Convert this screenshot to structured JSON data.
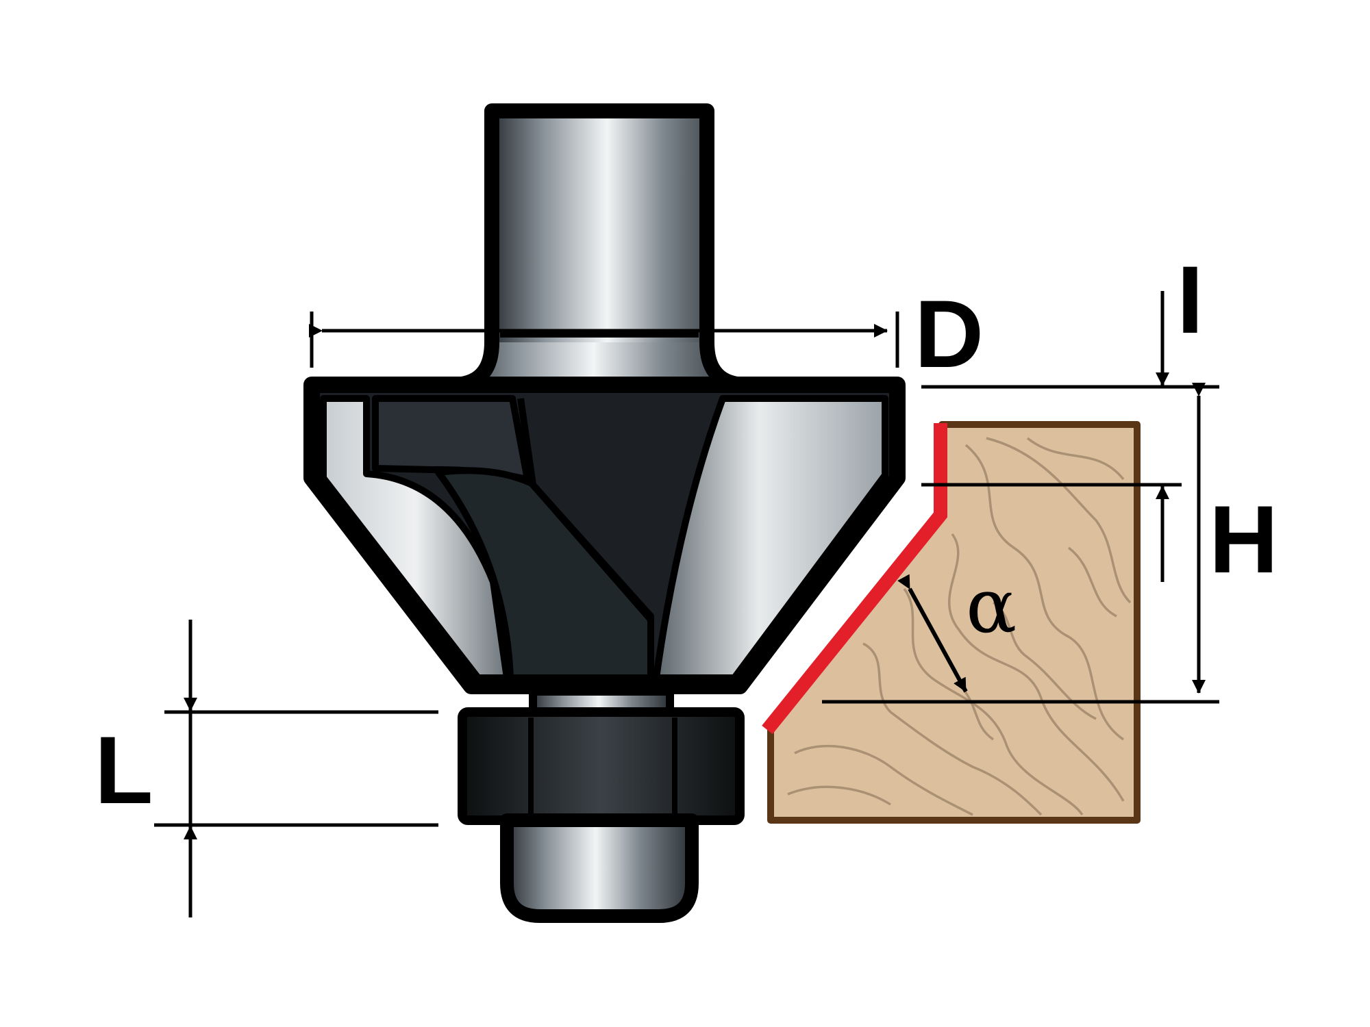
{
  "labels": {
    "diameter": "D",
    "top_offset": "I",
    "height": "H",
    "bearing_length": "L",
    "angle": "α"
  },
  "colors": {
    "outline": "#000000",
    "cut_edge": "#e3202a",
    "wood_fill": "#dcc09e",
    "wood_outline": "#5a3516",
    "wood_grain": "#a58d70",
    "metal_light": "#e4e8ea",
    "metal_dark": "#1f2427"
  }
}
